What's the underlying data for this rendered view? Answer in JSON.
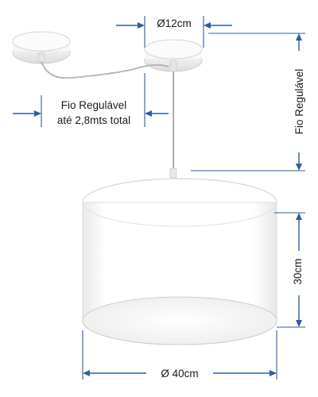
{
  "labels": {
    "canopy_diameter": "Ø12cm",
    "cord_length_line1": "Fio Regulável",
    "cord_length_line2": "até 2,8mts total",
    "cord_vertical": "Fio Regulável",
    "shade_height": "30cm",
    "shade_diameter": "Ø 40cm"
  },
  "colors": {
    "dimension_lines": "#2f5d9e",
    "text": "#1a1a1a",
    "canopy": "#f3f3f3",
    "shade": "#ffffff"
  }
}
